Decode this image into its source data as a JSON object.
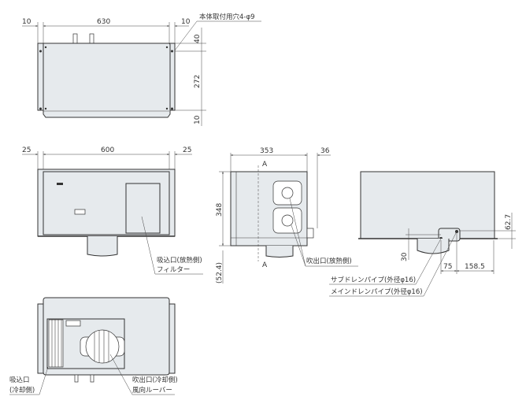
{
  "top_view": {
    "dims": {
      "left_margin": "10",
      "width": "630",
      "right_margin": "10",
      "top": "40",
      "pitch": "272",
      "bottom": "10"
    },
    "mount_hole_label": "本体取付用穴4-φ9"
  },
  "front_view": {
    "dims": {
      "left_margin": "25",
      "width": "600",
      "right_margin": "25"
    },
    "intake_label": "吸込口(放熱側)",
    "filter_label": "フィルター"
  },
  "side_view": {
    "dims": {
      "width": "353",
      "protrusion": "36",
      "height": "348",
      "duct": "(52.4)"
    },
    "section_marker": "A",
    "outlet_label": "吹出口(放熱側)"
  },
  "rear_view": {
    "dims": {
      "drain_height": "62.7",
      "duct_height": "30",
      "sub_offset": "75",
      "main_offset": "158.5"
    },
    "sub_drain_label": "サブドレンパイプ(外径φ16)",
    "main_drain_label": "メインドレンパイプ(外径φ16)"
  },
  "bottom_view": {
    "intake_label_1": "吸込口",
    "intake_label_2": "(冷却側)",
    "outlet_label_1": "吹出口(冷却側)",
    "outlet_label_2": "風向ルーバー"
  }
}
